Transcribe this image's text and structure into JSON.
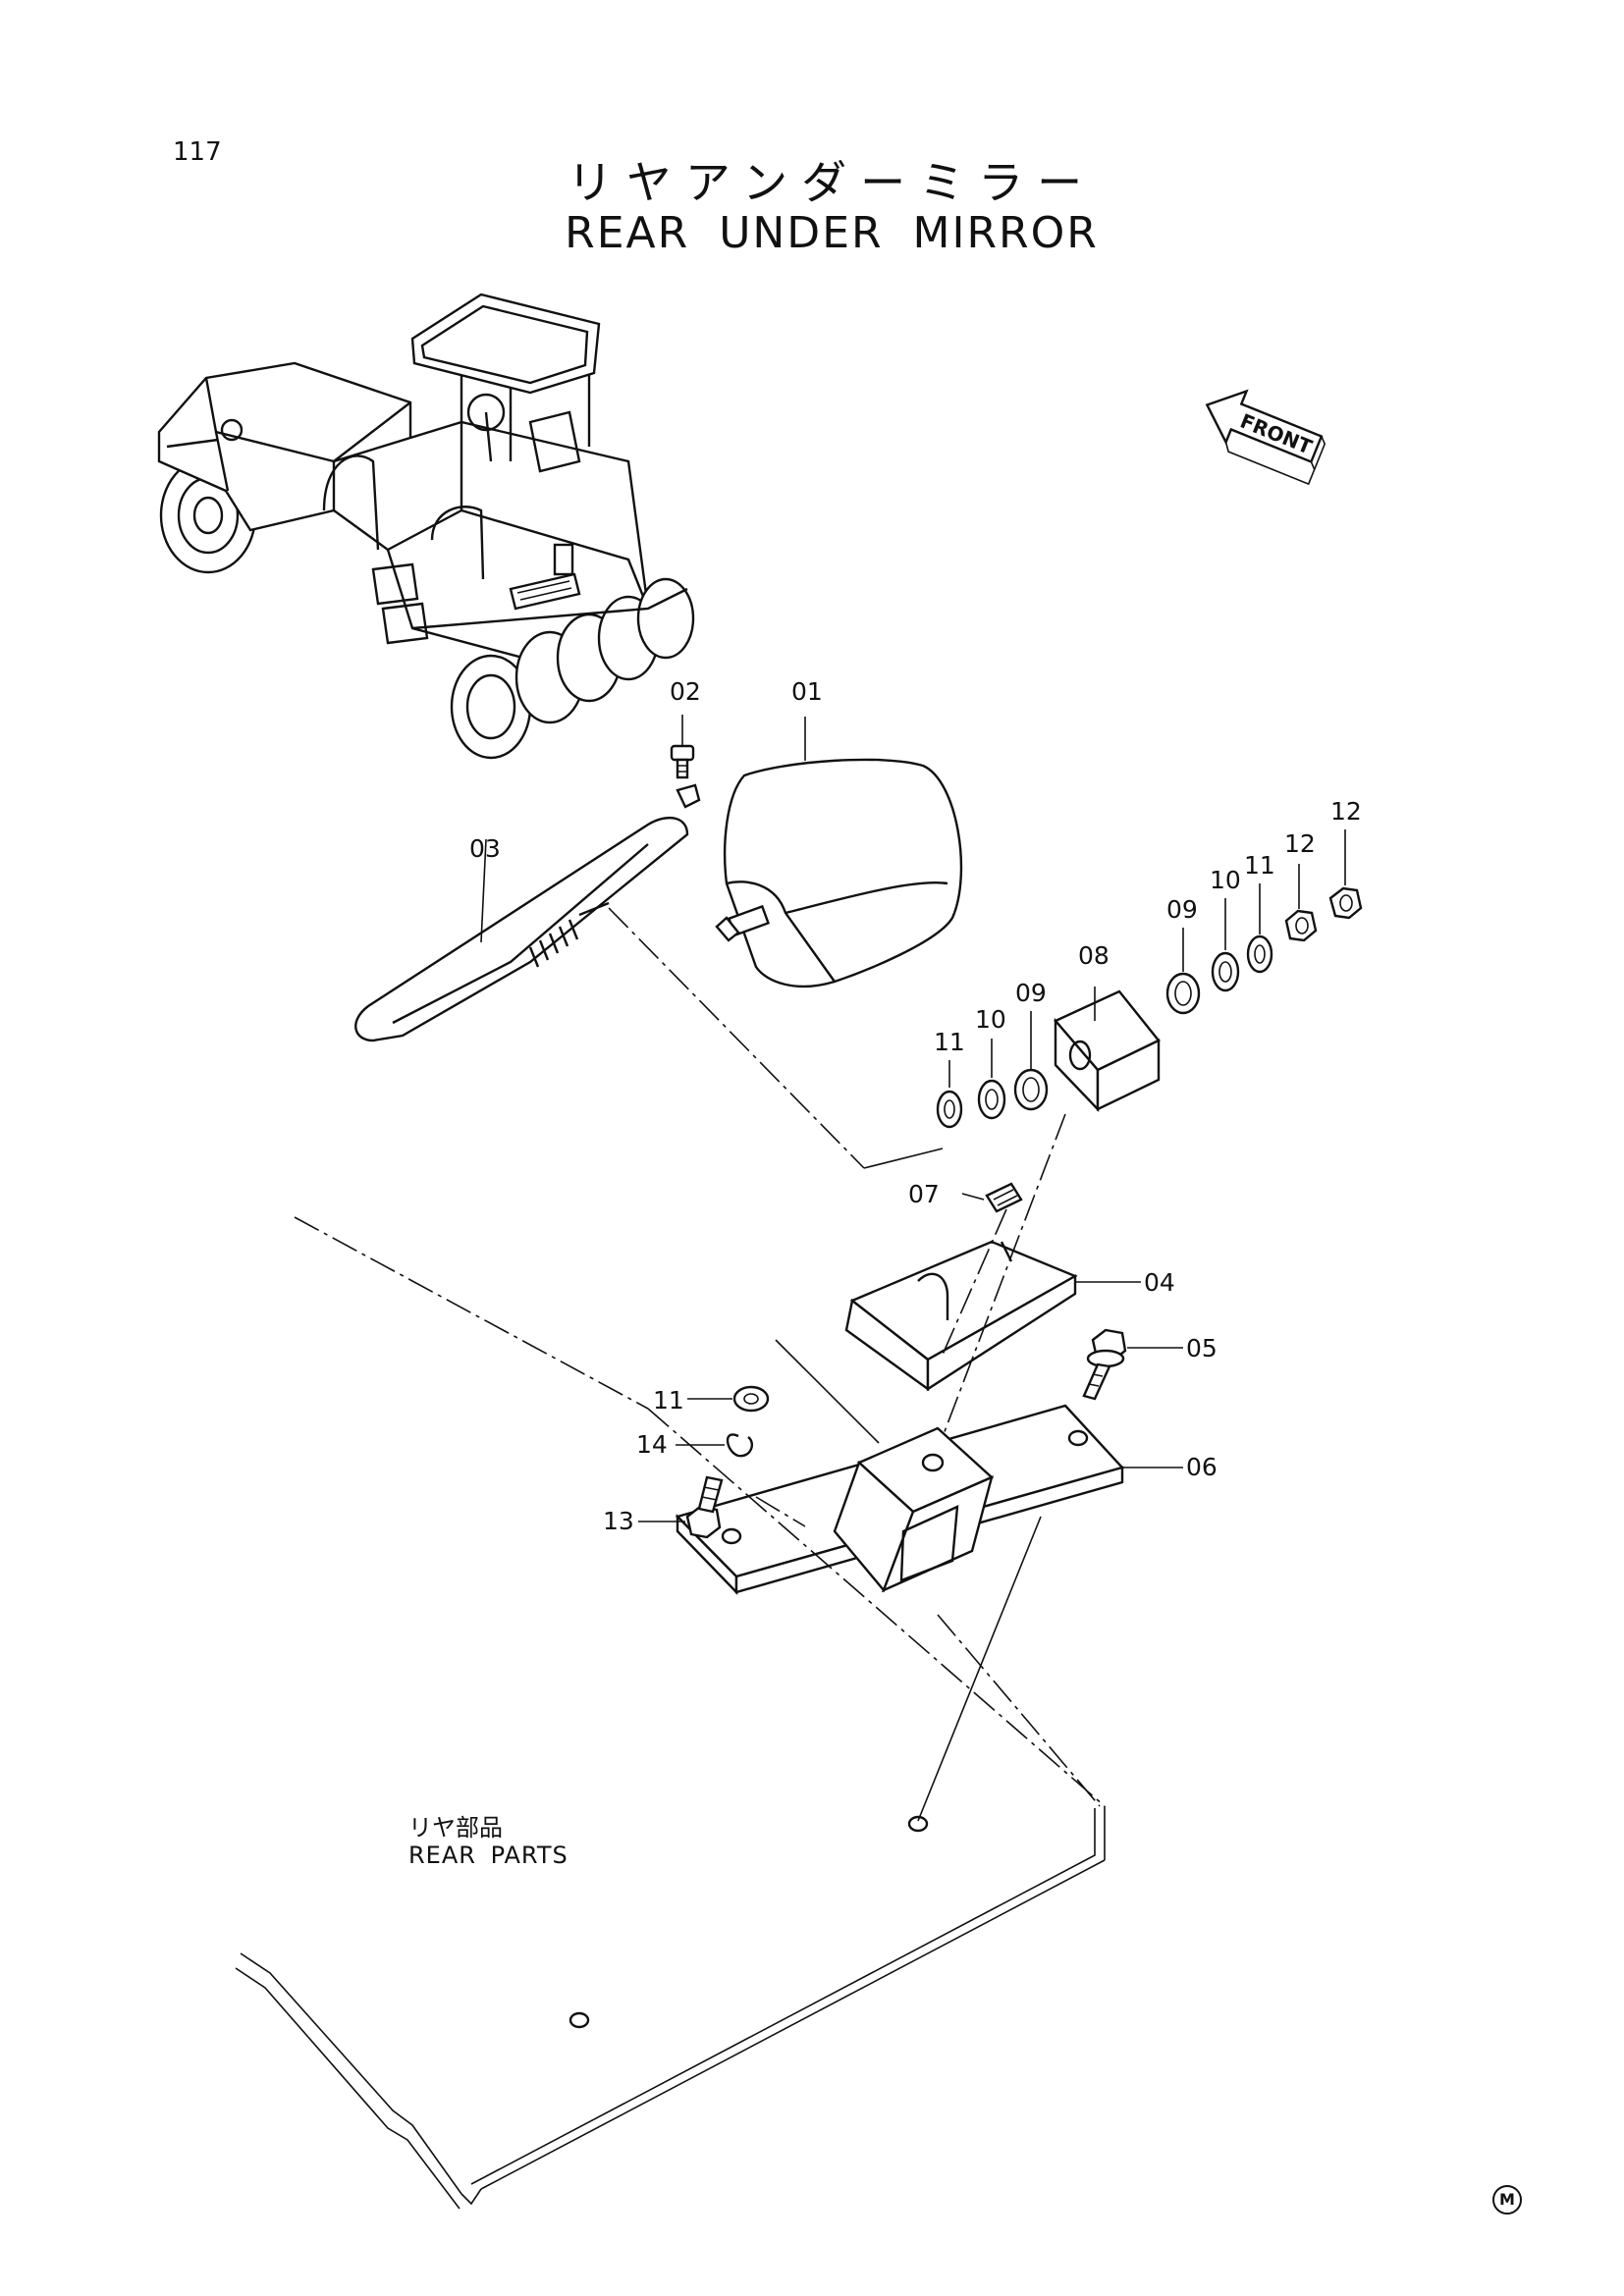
{
  "page": {
    "number": "117",
    "title_jp": "リヤアンダーミラー",
    "title_en": "REAR UNDER MIRROR"
  },
  "front_arrow_label": "FRONT",
  "rear_parts": {
    "label_jp": "リヤ部品",
    "label_en": "REAR PARTS"
  },
  "callouts": [
    {
      "id": "callout-01",
      "text": "01"
    },
    {
      "id": "callout-02",
      "text": "02"
    },
    {
      "id": "callout-03",
      "text": "03"
    },
    {
      "id": "callout-04",
      "text": "04"
    },
    {
      "id": "callout-05",
      "text": "05"
    },
    {
      "id": "callout-06",
      "text": "06"
    },
    {
      "id": "callout-07",
      "text": "07"
    },
    {
      "id": "callout-08",
      "text": "08"
    },
    {
      "id": "callout-09a",
      "text": "09"
    },
    {
      "id": "callout-09b",
      "text": "09"
    },
    {
      "id": "callout-10a",
      "text": "10"
    },
    {
      "id": "callout-10b",
      "text": "10"
    },
    {
      "id": "callout-11a",
      "text": "11"
    },
    {
      "id": "callout-11b",
      "text": "11"
    },
    {
      "id": "callout-11c",
      "text": "11"
    },
    {
      "id": "callout-12a",
      "text": "12"
    },
    {
      "id": "callout-12b",
      "text": "12"
    },
    {
      "id": "callout-13",
      "text": "13"
    },
    {
      "id": "callout-14",
      "text": "14"
    }
  ],
  "footer_mark": "M"
}
